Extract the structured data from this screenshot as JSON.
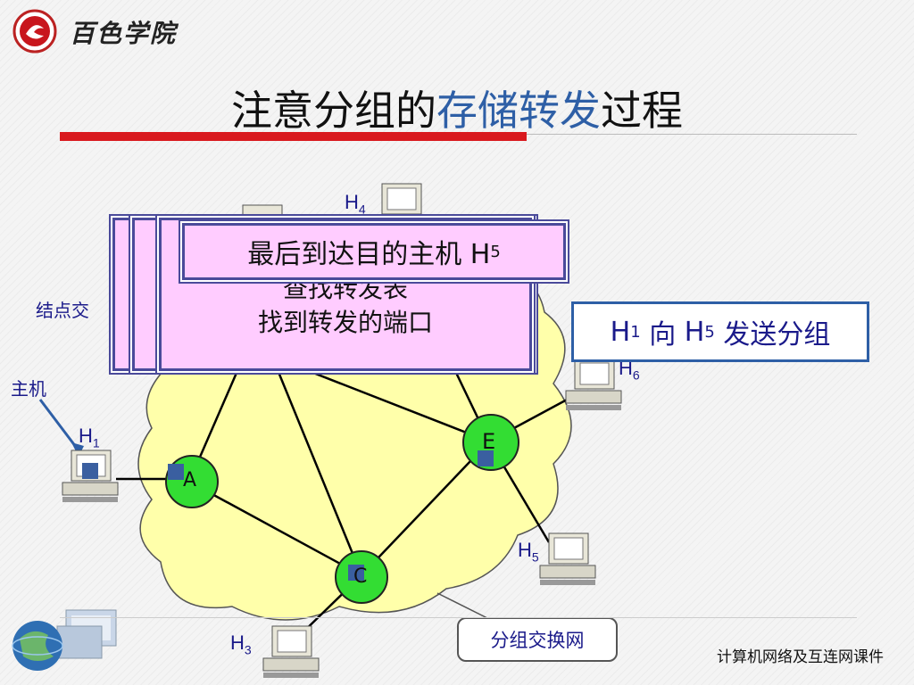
{
  "header": {
    "logo_text": "百色学院"
  },
  "title": {
    "prefix": "注意分组的",
    "accent": "存储转发",
    "suffix": "过程"
  },
  "popups": {
    "top_text": "最后到达目的主机 H",
    "top_sub": "5",
    "main_line1": "查找转发表",
    "main_line2": "找到转发的端口"
  },
  "send_box": {
    "h1": "H",
    "h1_sub": "1",
    "middle": " 向 ",
    "h5": "H",
    "h5_sub": "5",
    "suffix": " 发送分组"
  },
  "labels": {
    "node_switch": "结点交",
    "host": "主机",
    "network": "分组交换网"
  },
  "hosts": [
    {
      "name": "H",
      "sub": "1"
    },
    {
      "name": "H",
      "sub": "3"
    },
    {
      "name": "H",
      "sub": "4"
    },
    {
      "name": "H",
      "sub": "5"
    },
    {
      "name": "H",
      "sub": "6"
    }
  ],
  "nodes": [
    "A",
    "C",
    "E"
  ],
  "colors": {
    "node_green": "#33dd33",
    "cloud_yellow": "#ffffaa",
    "popup_pink": "#ffccff",
    "accent_blue": "#2e5fa6",
    "title_bar_red": "#d9191e",
    "packet_blue": "#3a5fa0"
  },
  "footer": {
    "text": "计算机网络及互连网课件"
  }
}
